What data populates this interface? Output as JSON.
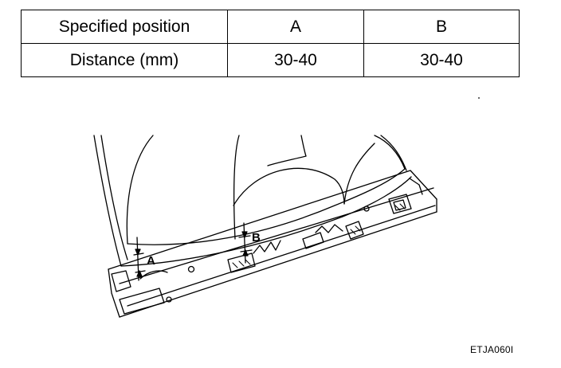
{
  "table": {
    "rows": [
      [
        "Specified position",
        "A",
        "B"
      ],
      [
        "Distance (mm)",
        "30-40",
        "30-40"
      ]
    ]
  },
  "figure": {
    "label_a": "A",
    "label_b": "B",
    "code": "ETJA060I"
  }
}
